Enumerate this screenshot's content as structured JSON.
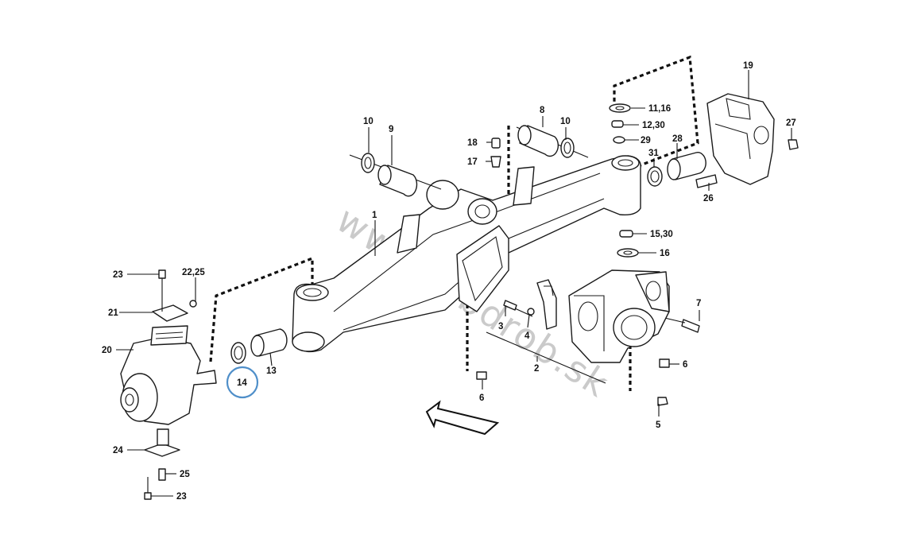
{
  "watermark": "www.rgbdrob.sk",
  "labels": {
    "l1": "1",
    "l2": "2",
    "l3": "3",
    "l4": "4",
    "l5": "5",
    "l6a": "6",
    "l6b": "6",
    "l7": "7",
    "l8": "8",
    "l9": "9",
    "l10a": "10",
    "l10b": "10",
    "l11": "11,16",
    "l12": "12,30",
    "l13": "13",
    "l14": "14",
    "l15": "15,30",
    "l16": "16",
    "l17": "17",
    "l18": "18",
    "l19": "19",
    "l20": "20",
    "l21": "21",
    "l22": "22,25",
    "l23a": "23",
    "l23b": "23",
    "l24": "24",
    "l25": "25",
    "l26": "26",
    "l27": "27",
    "l28": "28",
    "l29": "29",
    "l31": "31"
  },
  "highlight": {
    "part": "14",
    "color": "#4f8fc9"
  }
}
